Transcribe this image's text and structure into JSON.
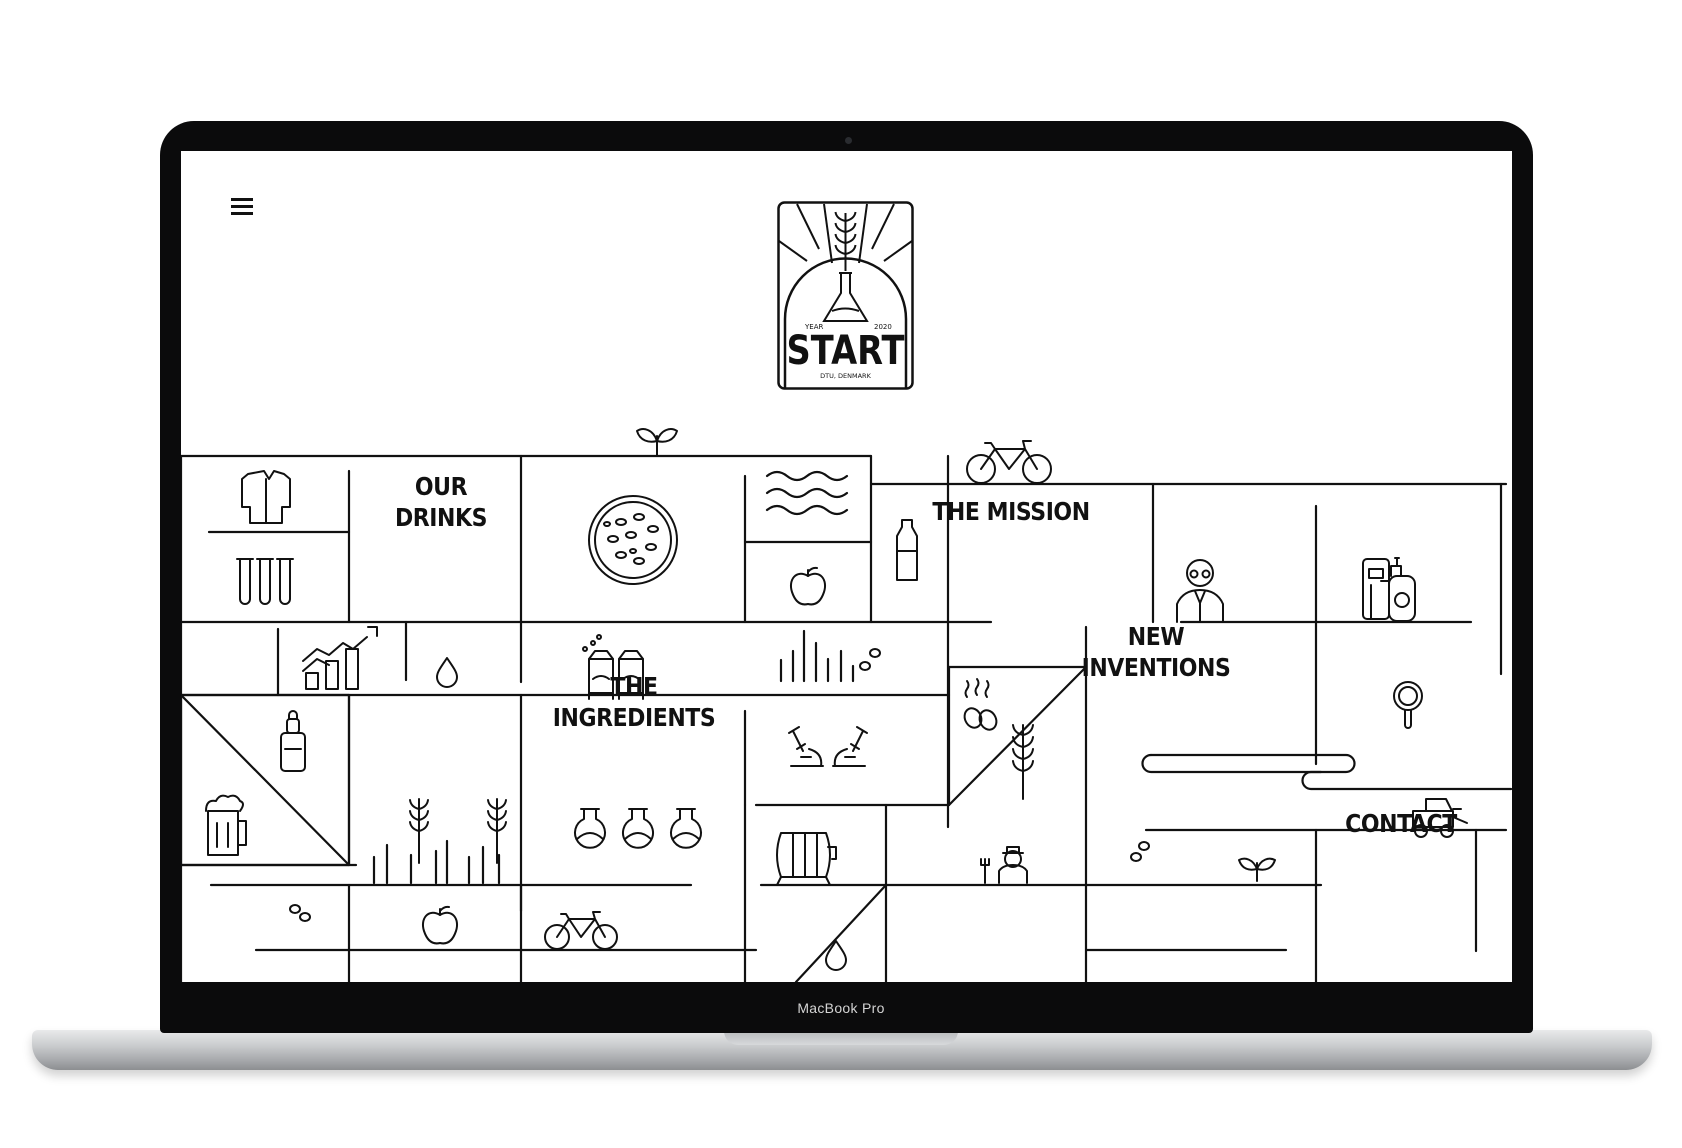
{
  "device": {
    "brand_label": "MacBook Pro"
  },
  "site": {
    "logo": {
      "title": "START",
      "year_label": "YEAR",
      "year": "2020",
      "location": "DTU, DENMARK"
    },
    "menu_icon": "hamburger-icon",
    "nav": {
      "our_drinks": [
        "OUR",
        "DRINKS"
      ],
      "the_mission": [
        "THE MISSION"
      ],
      "new_inventions": [
        "NEW",
        "INVENTIONS"
      ],
      "the_ingredients": [
        "THE",
        "INGREDIENTS"
      ],
      "contact": [
        "CONTACT"
      ]
    }
  },
  "colors": {
    "ink": "#111111",
    "background": "#ffffff",
    "bezel": "#0b0b0c"
  }
}
